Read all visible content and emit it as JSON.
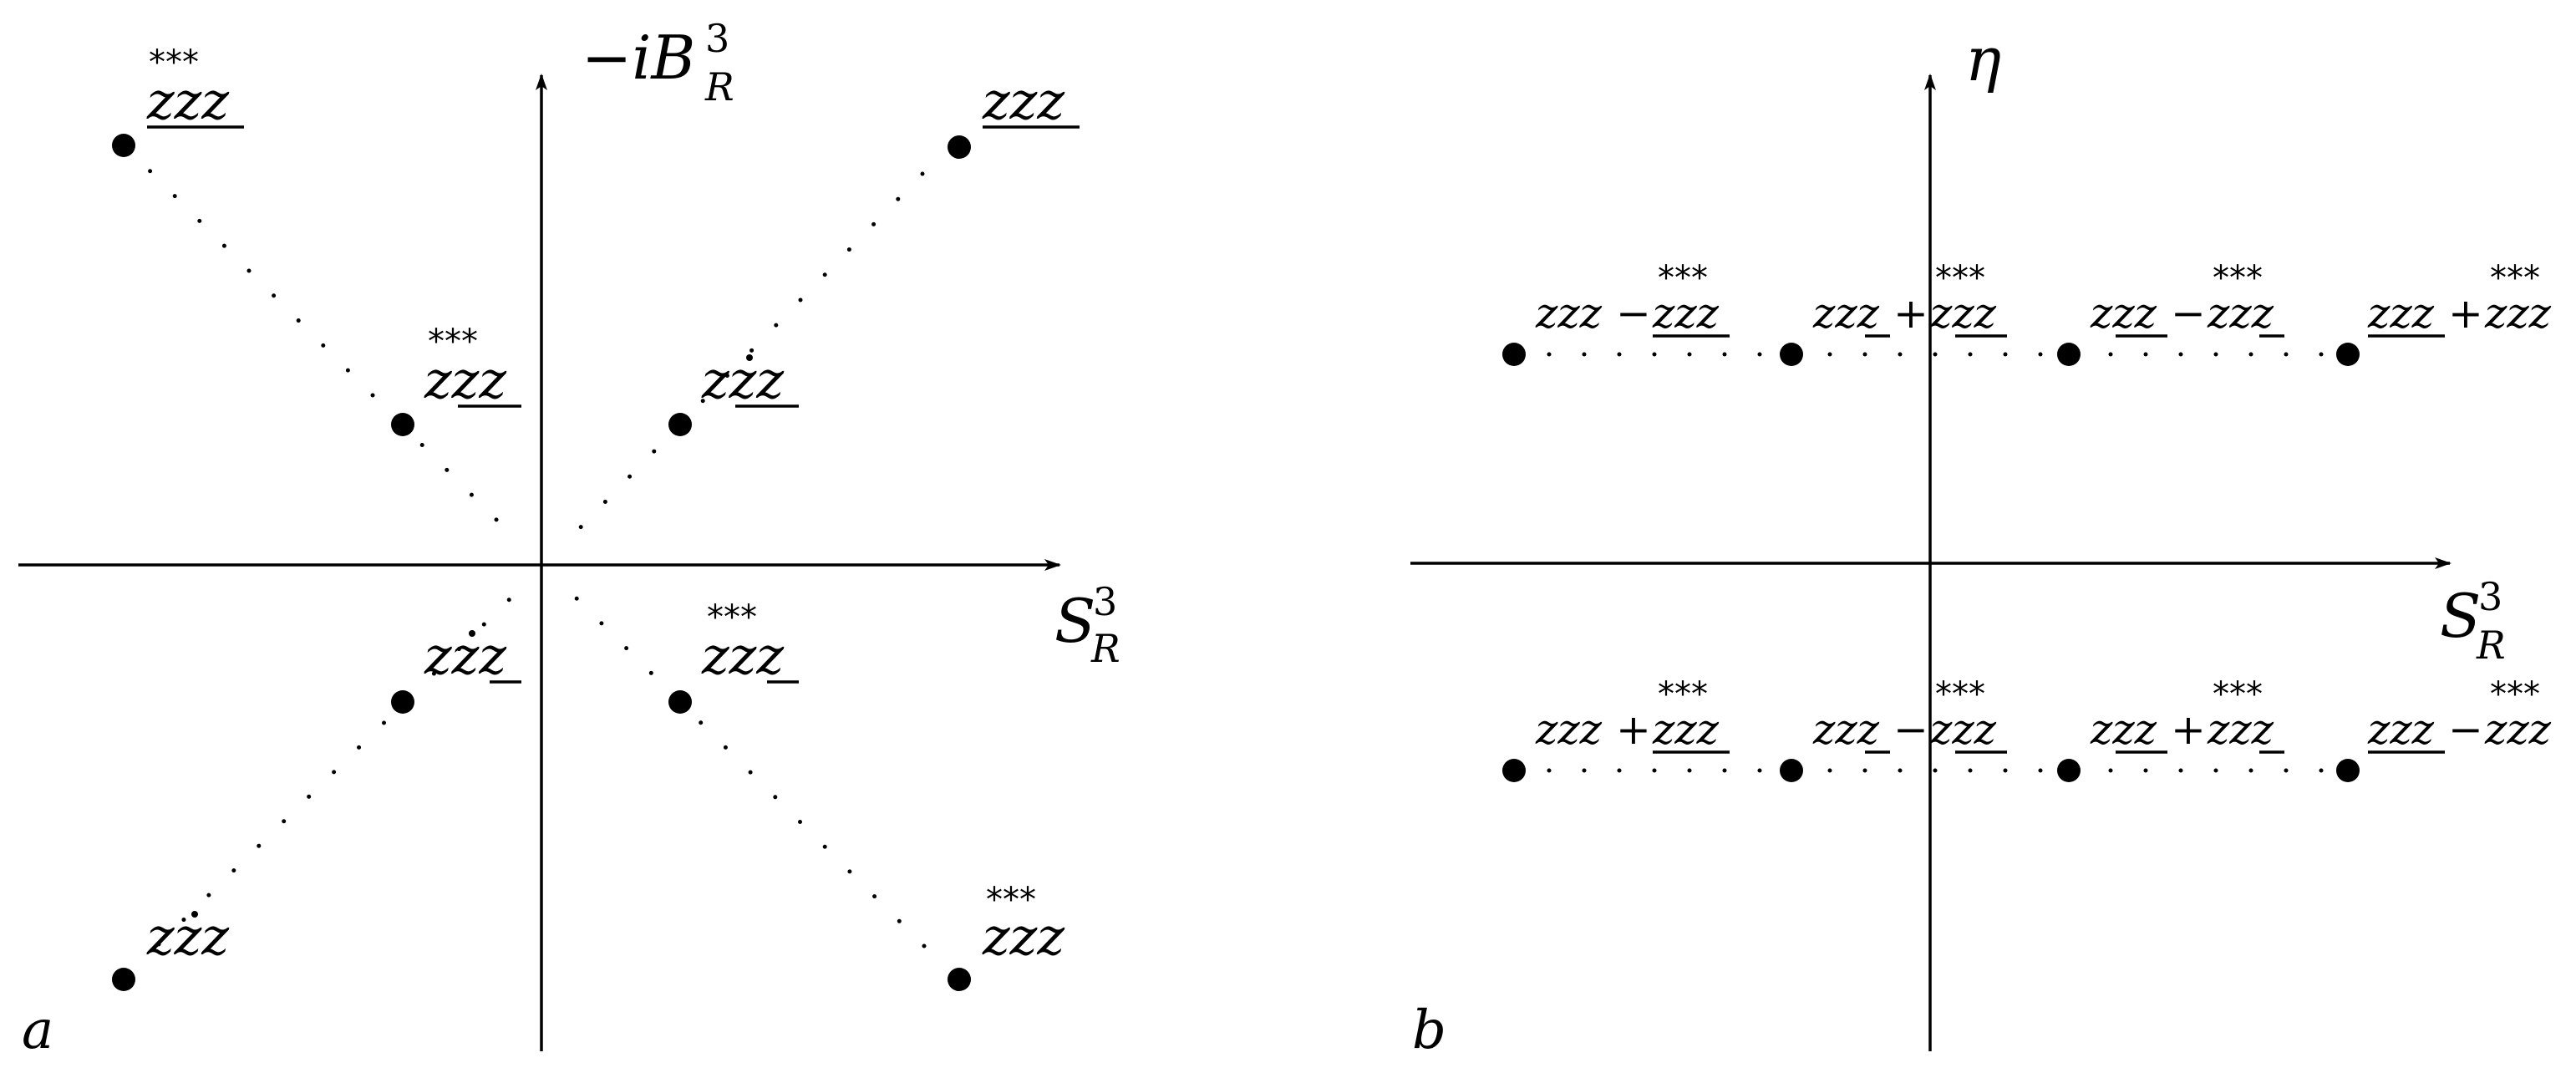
{
  "panel_a": {
    "panel_label": "a",
    "x_axis": {
      "main": "S",
      "sup": "3",
      "sub": "R"
    },
    "y_axis": {
      "main": "−iB",
      "sup": "3",
      "sub": "R"
    },
    "nodes": [
      {
        "id": "a1",
        "text": "zzz",
        "underline": "all",
        "stars": "***",
        "dot": false
      },
      {
        "id": "a2",
        "text": "zzz",
        "underline": "last2",
        "stars": "***",
        "dot": false
      },
      {
        "id": "a3",
        "text": "zzz",
        "underline": "last2",
        "stars": "",
        "dot": true
      },
      {
        "id": "a4",
        "text": "zzz",
        "underline": "all",
        "stars": "",
        "dot": false
      },
      {
        "id": "a5",
        "text": "zzz",
        "underline": "last1",
        "stars": "",
        "dot": true
      },
      {
        "id": "a6",
        "text": "zzz",
        "underline": "last1",
        "stars": "***",
        "dot": false
      },
      {
        "id": "a7",
        "text": "zzz",
        "underline": "none",
        "stars": "",
        "dot": true
      },
      {
        "id": "a8",
        "text": "zzz",
        "underline": "none",
        "stars": "***",
        "dot": false
      }
    ]
  },
  "panel_b": {
    "panel_label": "b",
    "x_axis": {
      "main": "S",
      "sup": "3",
      "sub": "R"
    },
    "y_axis": {
      "main": "η"
    },
    "top_row": [
      {
        "id": "b1",
        "left": "zzz",
        "op": "−",
        "right": "zzz",
        "left_ul": "none",
        "right_ul": "all"
      },
      {
        "id": "b2",
        "left": "zzz",
        "op": "+",
        "right": "zzz",
        "left_ul": "last1",
        "right_ul": "last2"
      },
      {
        "id": "b3",
        "left": "zzz",
        "op": "−",
        "right": "zzz",
        "left_ul": "last2",
        "right_ul": "last1"
      },
      {
        "id": "b4",
        "left": "zzz",
        "op": "+",
        "right": "zzz",
        "left_ul": "all",
        "right_ul": "none"
      }
    ],
    "bottom_row": [
      {
        "id": "b5",
        "left": "zzz",
        "op": "+",
        "right": "zzz",
        "left_ul": "none",
        "right_ul": "all"
      },
      {
        "id": "b6",
        "left": "zzz",
        "op": "−",
        "right": "zzz",
        "left_ul": "last1",
        "right_ul": "last2"
      },
      {
        "id": "b7",
        "left": "zzz",
        "op": "+",
        "right": "zzz",
        "left_ul": "last2",
        "right_ul": "last1"
      },
      {
        "id": "b8",
        "left": "zzz",
        "op": "−",
        "right": "zzz",
        "left_ul": "all",
        "right_ul": "none"
      }
    ],
    "stars": "***"
  }
}
